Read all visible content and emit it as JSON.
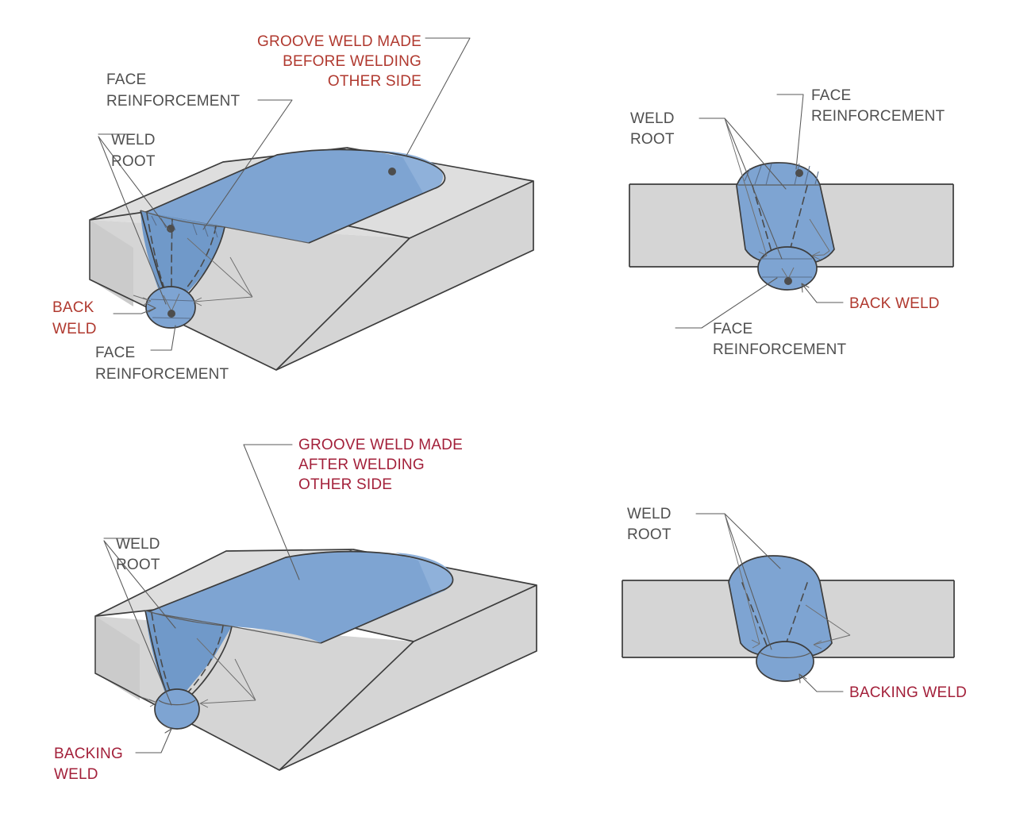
{
  "figure": {
    "title": "Groove weld with back weld and backing weld — pictorial and cross-section views",
    "colors": {
      "weld_blue": "#7ea4d2",
      "base_metal_gray": "#d5d5d5",
      "label_gray": "#4f4f4f",
      "label_red": "#b0392f",
      "label_crimson": "#a3203a",
      "line_dark": "#3c3c3c",
      "background": "#ffffff"
    }
  },
  "panels": {
    "top_left": {
      "name": "back-weld-pictorial",
      "view": "pictorial",
      "labels": {
        "groove_weld": {
          "lines": [
            "GROOVE WELD MADE",
            "BEFORE WELDING",
            "OTHER SIDE"
          ],
          "color": "red",
          "align": "right"
        },
        "face_reinforcement_top": {
          "lines": [
            "FACE",
            "REINFORCEMENT"
          ],
          "color": "gray",
          "align": "left"
        },
        "weld_root": {
          "lines": [
            "WELD",
            "ROOT"
          ],
          "color": "gray",
          "align": "left"
        },
        "back_weld": {
          "lines": [
            "BACK",
            "WELD"
          ],
          "color": "red",
          "align": "left"
        },
        "face_reinforcement_bottom": {
          "lines": [
            "FACE",
            "REINFORCEMENT"
          ],
          "color": "gray",
          "align": "left"
        }
      }
    },
    "top_right": {
      "name": "back-weld-cross-section",
      "view": "cross-section",
      "labels": {
        "weld_root": {
          "lines": [
            "WELD",
            "ROOT"
          ],
          "color": "gray",
          "align": "left"
        },
        "face_reinforcement_top": {
          "lines": [
            "FACE",
            "REINFORCEMENT"
          ],
          "color": "gray",
          "align": "left"
        },
        "back_weld": {
          "lines": [
            "BACK WELD"
          ],
          "color": "red",
          "align": "left"
        },
        "face_reinforcement_bottom": {
          "lines": [
            "FACE",
            "REINFORCEMENT"
          ],
          "color": "gray",
          "align": "left"
        }
      }
    },
    "bottom_left": {
      "name": "backing-weld-pictorial",
      "view": "pictorial",
      "labels": {
        "groove_weld": {
          "lines": [
            "GROOVE WELD MADE",
            "AFTER WELDING",
            "OTHER SIDE"
          ],
          "color": "crimson",
          "align": "left"
        },
        "weld_root": {
          "lines": [
            "WELD",
            "ROOT"
          ],
          "color": "gray",
          "align": "left"
        },
        "backing_weld": {
          "lines": [
            "BACKING",
            "WELD"
          ],
          "color": "crimson",
          "align": "left"
        }
      }
    },
    "bottom_right": {
      "name": "backing-weld-cross-section",
      "view": "cross-section",
      "labels": {
        "weld_root": {
          "lines": [
            "WELD",
            "ROOT"
          ],
          "color": "gray",
          "align": "left"
        },
        "backing_weld": {
          "lines": [
            "BACKING WELD"
          ],
          "color": "crimson",
          "align": "left"
        }
      }
    }
  }
}
